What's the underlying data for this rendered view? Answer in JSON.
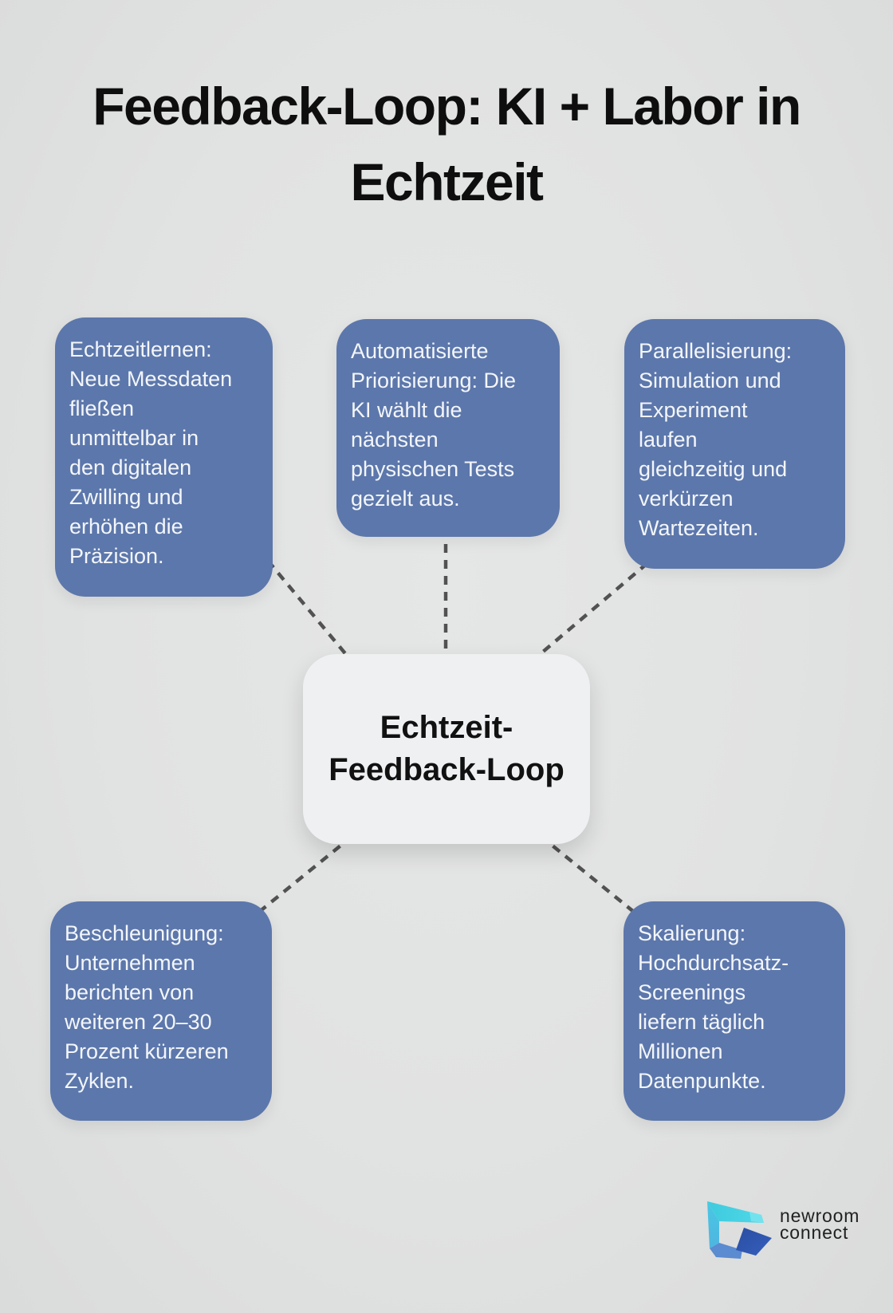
{
  "title": "Feedback-Loop: KI + Labor in\nEchtzeit",
  "center": {
    "label": "Echtzeit-\nFeedback-Loop"
  },
  "nodes": [
    {
      "id": "echtzeitlernen",
      "text": "Echtzeitlernen:\nNeue Messdaten\nfließen\nunmittelbar in\nden digitalen\nZwilling und\nerhöhen die\nPräzision."
    },
    {
      "id": "priorisierung",
      "text": "Automatisierte\nPriorisierung: Die\nKI wählt die\nnächsten\nphysischen Tests\ngezielt aus."
    },
    {
      "id": "parallelisierung",
      "text": "Parallelisierung:\nSimulation und\nExperiment\nlaufen\ngleichzeitig und\nverkürzen\nWartezeiten."
    },
    {
      "id": "beschleunigung",
      "text": "Beschleunigung:\nUnternehmen\nberichten von\nweiteren 20–30\nProzent kürzeren\nZyklen."
    },
    {
      "id": "skalierung",
      "text": "Skalierung:\nHochdurchsatz-\nScreenings\nliefern täglich\nMillionen\nDatenpunkte."
    }
  ],
  "edges": [
    {
      "from": "echtzeitlernen",
      "to": "center"
    },
    {
      "from": "priorisierung",
      "to": "center"
    },
    {
      "from": "parallelisierung",
      "to": "center"
    },
    {
      "from": "center",
      "to": "beschleunigung"
    },
    {
      "from": "center",
      "to": "skalierung"
    }
  ],
  "logo": {
    "line1": "newroom",
    "line2": "connect"
  },
  "colors": {
    "background": "#e1e2e2",
    "node_fill": "#5c77ab",
    "node_text": "#f3f6fa",
    "center_fill": "#eef0f2",
    "center_text": "#111111",
    "connector": "#525252",
    "title_text": "#0e0e0e",
    "logo_cyan": "#45d3e5",
    "logo_light_blue": "#4cc3e4",
    "logo_mid_blue": "#5b8bd0",
    "logo_dark_blue": "#2c4fa3"
  }
}
